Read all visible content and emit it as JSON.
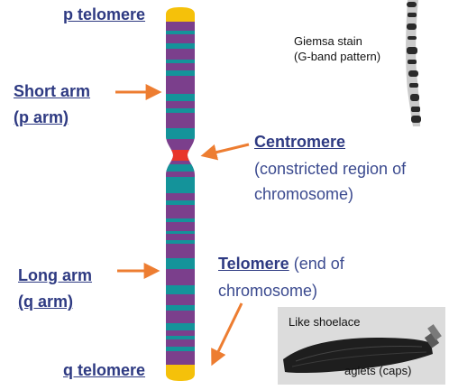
{
  "labels": {
    "p_telomere": "p telomere",
    "short_arm_line1": "Short arm",
    "short_arm_line2": "(p arm)",
    "long_arm_line1": "Long arm",
    "long_arm_line2": "(q arm)",
    "q_telomere": "q telomere",
    "centromere_title": "Centromere",
    "centromere_desc_line1": "(constricted region of",
    "centromere_desc_line2": "chromosome)",
    "telomere_title": "Telomere",
    "telomere_desc_line1": " (end of",
    "telomere_desc_line2": "chromosome)",
    "giemsa_line1": "Giemsa stain",
    "giemsa_line2": "(G-band pattern)",
    "shoelace_label": "Like shoelace",
    "aglets_label": "aglets (caps)"
  },
  "colors": {
    "chromosome_purple": "#7b3f8c",
    "band_teal": "#14939a",
    "telomere_yellow": "#f5c10a",
    "centromere_red": "#e8352a",
    "arrow_orange": "#ed7d31",
    "label_blue": "#2e3a82"
  }
}
